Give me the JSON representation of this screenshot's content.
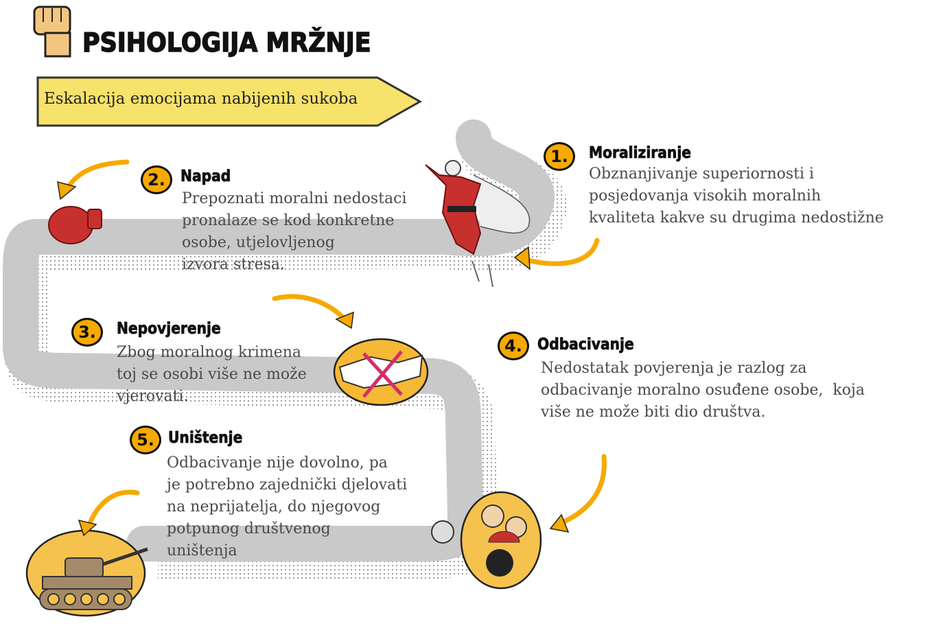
{
  "header": {
    "title": "PSIHOLOGIJA MRŽNJE",
    "icon": "raised-fist-icon"
  },
  "banner": {
    "text": "Eskalacija emocijama nabijenih sukoba"
  },
  "colors": {
    "accent": "#f6a900",
    "path": "#c9c9c9",
    "red": "#c8302e",
    "banner": "#f7e26b"
  },
  "steps": [
    {
      "number": "1.",
      "title": "Moraliziranje",
      "lines": [
        "Obznanjivanje superiornosti i",
        "posjedovanja visokih moralnih",
        "kvaliteta kakve su drugima nedostižne"
      ]
    },
    {
      "number": "2.",
      "title": "Napad",
      "lines": [
        "Prepoznati moralni nedostaci",
        "pronalaze se kod konkretne",
        "osobe, utjelovljenog",
        "izvora stresa."
      ]
    },
    {
      "number": "3.",
      "title": "Nepovjerenje",
      "lines": [
        "Zbog moralnog krimena",
        "toj se osobi više ne može",
        "vjerovati."
      ]
    },
    {
      "number": "4.",
      "title": "Odbacivanje",
      "lines": [
        "Nedostatak povjerenja je razlog za",
        "odbacivanje moralno osuđene osobe,  koja",
        "više ne može biti dio društva."
      ]
    },
    {
      "number": "5.",
      "title": "Uništenje",
      "lines": [
        "Odbacivanje nije dovolno, pa",
        "je potrebno zajednički djelovati",
        "na neprijatelja, do njegovog",
        "potpunog društvenog",
        "uništenja"
      ]
    }
  ]
}
